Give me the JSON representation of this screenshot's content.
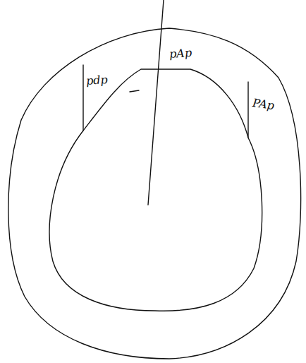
{
  "diagram": {
    "labels": [
      "pdp",
      "pAp",
      "PAp"
    ]
  }
}
